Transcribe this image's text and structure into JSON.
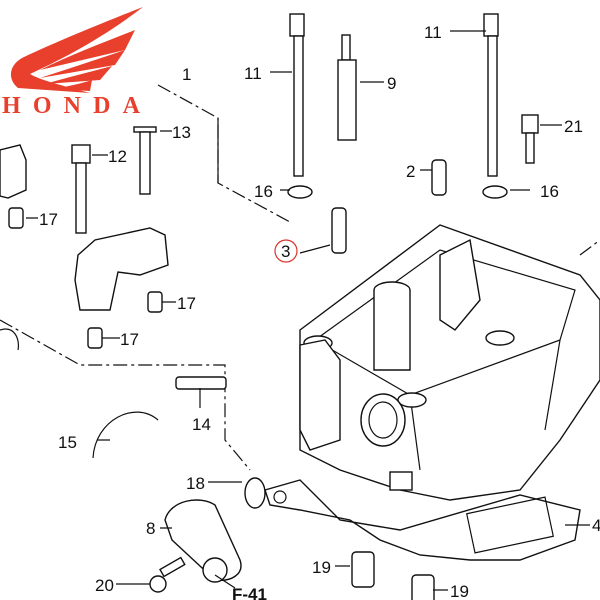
{
  "brand": {
    "name": "HONDA",
    "color": "#e8402d"
  },
  "diagram": {
    "callouts": {
      "p1": "1",
      "p2": "2",
      "p3": "3",
      "p4": "4",
      "p8": "8",
      "p9": "9",
      "p11a": "11",
      "p11b": "11",
      "p12": "12",
      "p13": "13",
      "p14": "14",
      "p15": "15",
      "p16a": "16",
      "p16b": "16",
      "p17a": "17",
      "p17b": "17",
      "p17c": "17",
      "p18": "18",
      "p19a": "19",
      "p19b": "19",
      "p20": "20",
      "p21": "21"
    },
    "reference": "F-41",
    "highlight_color": "#d9332b"
  }
}
